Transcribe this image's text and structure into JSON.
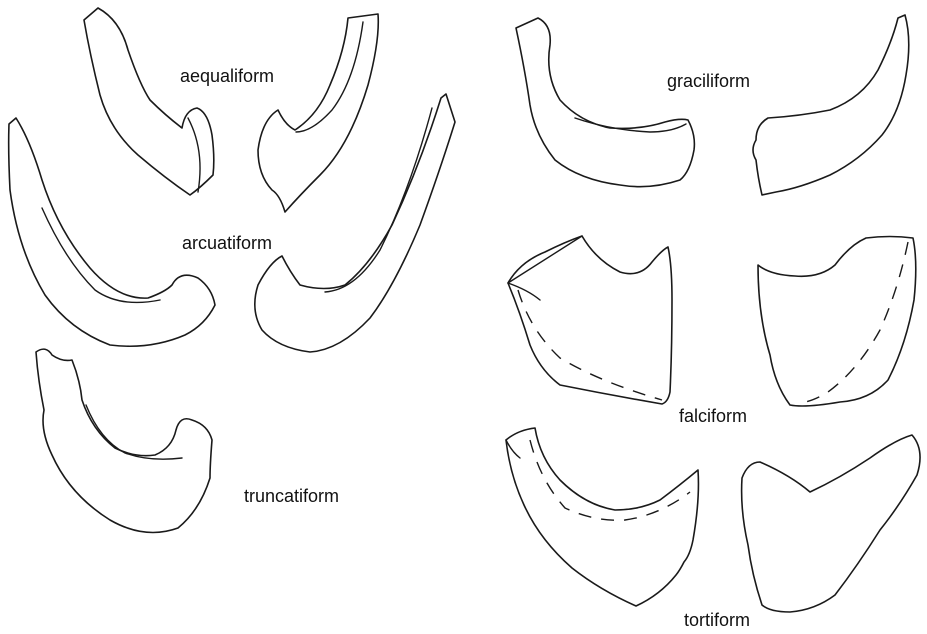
{
  "labels": {
    "aequaliform": "aequaliform",
    "arcuatiform": "arcuatiform",
    "truncatiform": "truncatiform",
    "graciliform": "graciliform",
    "falciform": "falciform",
    "tortiform": "tortiform"
  }
}
